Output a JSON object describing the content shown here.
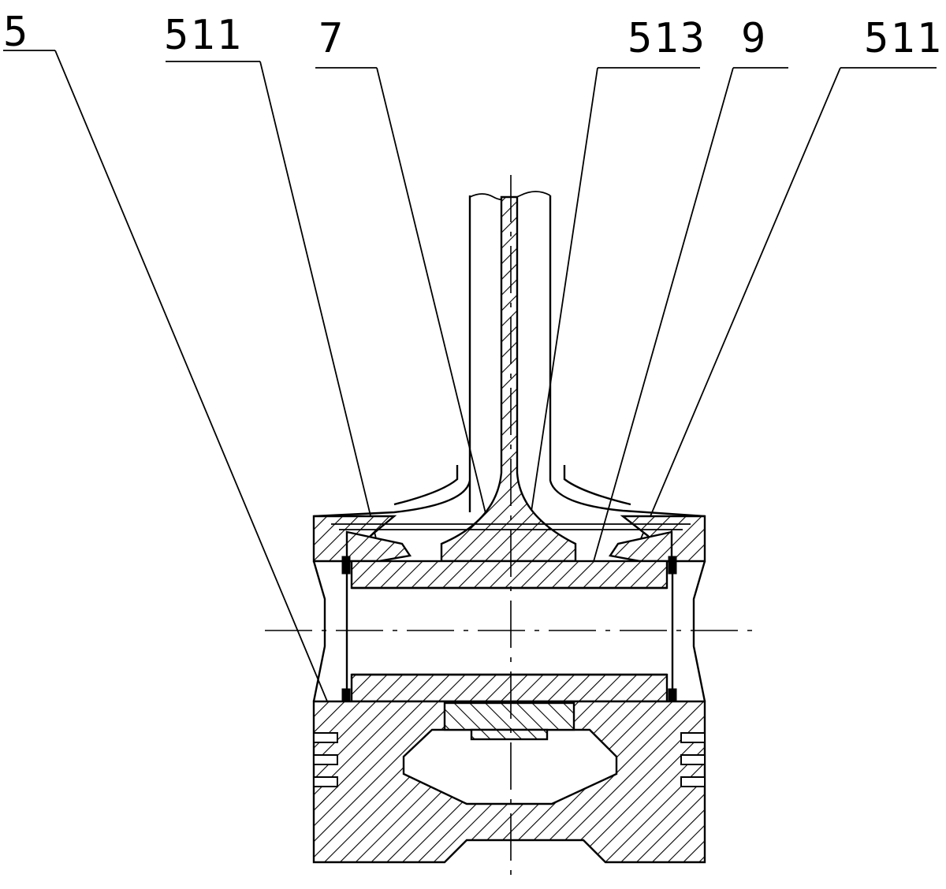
{
  "labels": {
    "l5": "5",
    "l511a": "511",
    "l7": "7",
    "l513": "513",
    "l9": "9",
    "l511b": "511"
  },
  "colors": {
    "ink": "#000000",
    "background": "#ffffff"
  }
}
